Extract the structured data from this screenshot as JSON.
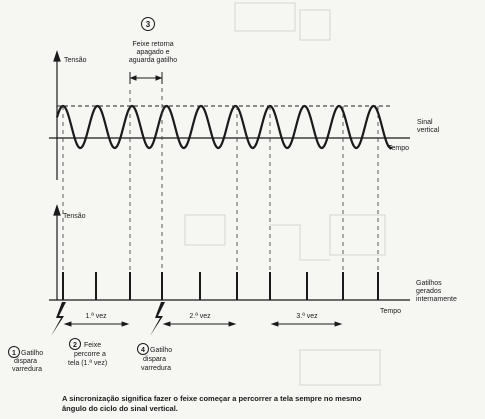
{
  "top_plot": {
    "y_label": "Tensão",
    "x_label": "Tempo",
    "signal_label_line1": "Sinal",
    "signal_label_line2": "vertical",
    "callout_number": "3",
    "callout_line1": "Feixe retorna",
    "callout_line2": "apagado e",
    "callout_line3": "aguarda gatilho"
  },
  "bottom_plot": {
    "y_label": "Tensão",
    "x_label": "Tempo",
    "pulses_label_line1": "Gatilhos",
    "pulses_label_line2": "gerados",
    "pulses_label_line3": "internamente",
    "sweep1": "1.ª vez",
    "sweep2": "2.ª vez",
    "sweep3": "3.ª vez"
  },
  "annotations": [
    {
      "number": "1",
      "line1": "Gatilho",
      "line2": "dispara",
      "line3": "varredura"
    },
    {
      "number": "2",
      "line1": "Feixe",
      "line2": "percorre a",
      "line3": "tela (1.ª vez)"
    },
    {
      "number": "4",
      "line1": "Gatilho",
      "line2": "dispara",
      "line3": "varredura"
    }
  ],
  "caption_line1": "A sincronização significa fazer o feixe começar a percorrer a tela sempre no mesmo",
  "caption_line2": "ângulo do ciclo do sinal vertical."
}
